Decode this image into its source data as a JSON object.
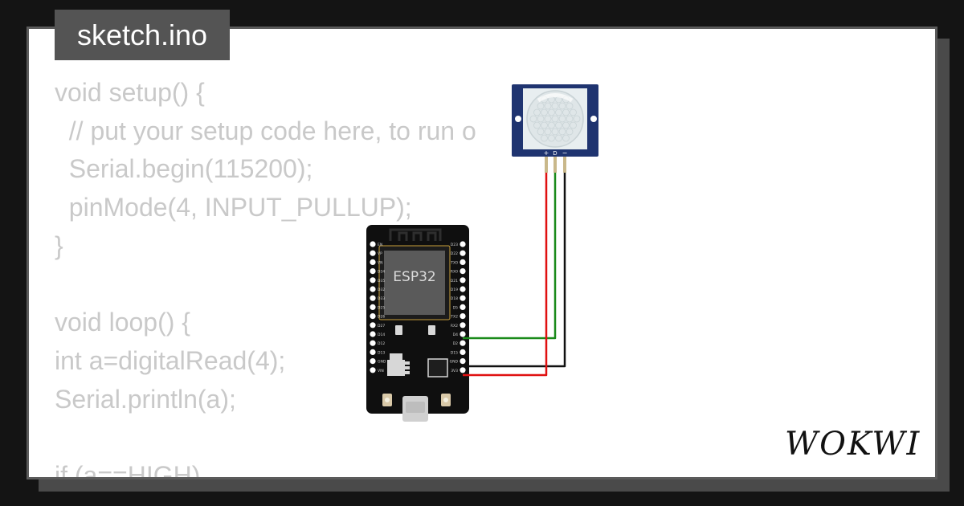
{
  "title": "sketch.ino",
  "code_lines": [
    "void setup() {",
    "  // put your setup code here, to run o",
    "  Serial.begin(115200);",
    "  pinMode(4, INPUT_PULLUP);",
    "}",
    "",
    "void loop() {",
    "int a=digitalRead(4);",
    "Serial.println(a);",
    "",
    "if (a==HIGH)"
  ],
  "board": {
    "chip_label": "ESP32",
    "left_pins": [
      "EN",
      "VP",
      "VN",
      "D34",
      "D35",
      "D32",
      "D33",
      "D25",
      "D26",
      "D27",
      "D14",
      "D12",
      "D13",
      "GND",
      "VIN"
    ],
    "right_pins": [
      "D23",
      "D22",
      "TX0",
      "RX0",
      "D21",
      "D19",
      "D18",
      "D5",
      "TX2",
      "RX2",
      "D4",
      "D2",
      "D15",
      "GND",
      "3V3"
    ]
  },
  "pir_sensor": {
    "pin_plus": "+",
    "pin_data": "D",
    "pin_minus": "−"
  },
  "wires": [
    {
      "from": "D4",
      "to": "D",
      "color": "#1a8a1a"
    },
    {
      "from": "GND",
      "to": "−",
      "color": "#111111"
    },
    {
      "from": "3V3",
      "to": "+",
      "color": "#e01010"
    }
  ],
  "brand": "WOKWI",
  "colors": {
    "background": "#141414",
    "code_text": "#c9c9c9",
    "title_tab": "#545454",
    "pcb": "#0f0f0f",
    "pir_board": "#1f3470",
    "chip": "#5a5a5a"
  }
}
